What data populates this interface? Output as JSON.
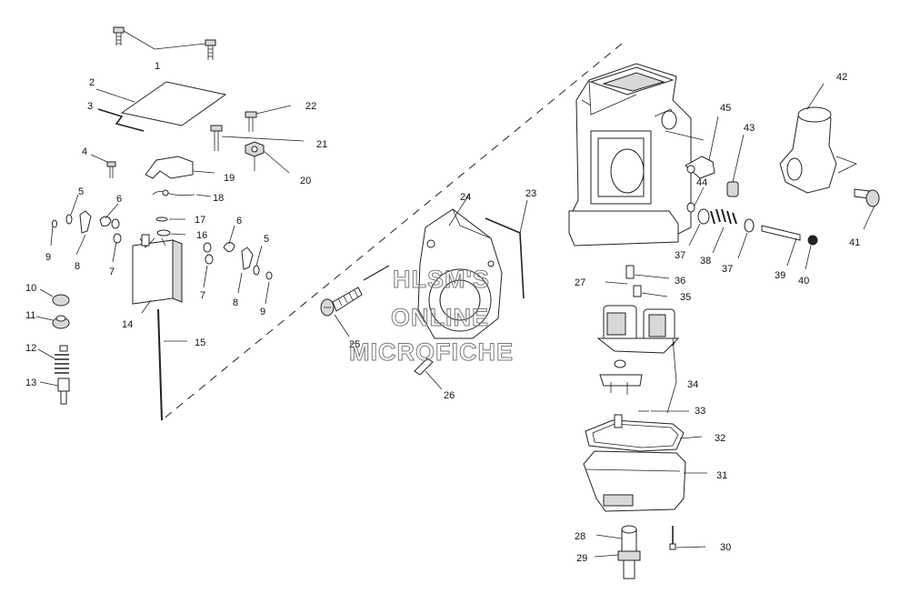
{
  "diagram": {
    "labels": [
      "1",
      "2",
      "3",
      "4",
      "5",
      "6",
      "7",
      "8",
      "9",
      "10",
      "11",
      "12",
      "13",
      "14",
      "15",
      "16",
      "17",
      "18",
      "19",
      "20",
      "21",
      "22",
      "23",
      "24",
      "25",
      "26",
      "27",
      "28",
      "29",
      "30",
      "31",
      "32",
      "33",
      "34",
      "35",
      "36",
      "37",
      "38",
      "39",
      "40",
      "41",
      "42",
      "43",
      "44",
      "45"
    ],
    "label_extra": {
      "5b": "5",
      "6b": "6",
      "7b": "7",
      "8b": "8",
      "9b": "9",
      "37b": "37"
    },
    "watermark": [
      "HLSM'S",
      "ONLINE",
      "MICROFICHE"
    ]
  }
}
